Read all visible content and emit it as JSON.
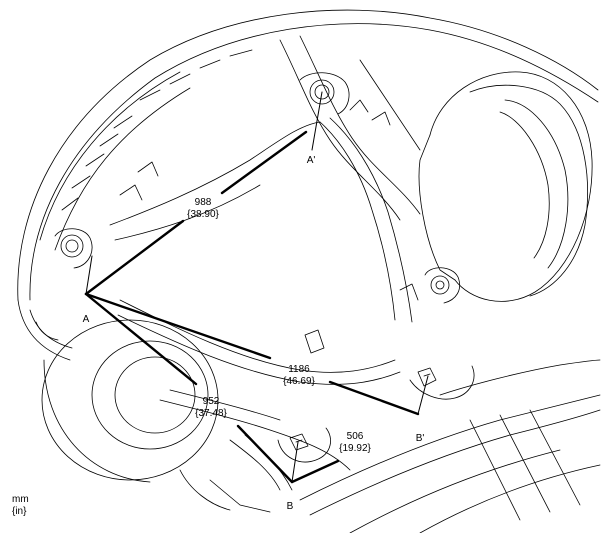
{
  "points": {
    "a": "A",
    "a_prime": "A'",
    "b": "B",
    "b_prime": "B'"
  },
  "dimensions": [
    {
      "id": "a_to_a_prime",
      "mm": "988",
      "in": "{38.90}"
    },
    {
      "id": "a_to_b_prime",
      "mm": "1186",
      "in": "{46.69}"
    },
    {
      "id": "a_to_b",
      "mm": "952",
      "in": "{37.48}"
    },
    {
      "id": "b_to_b_prime",
      "mm": "506",
      "in": "{19.92}"
    }
  ],
  "units": {
    "primary": "mm",
    "secondary": "{in}"
  },
  "colors": {
    "line": "#000000",
    "background": "#ffffff"
  }
}
